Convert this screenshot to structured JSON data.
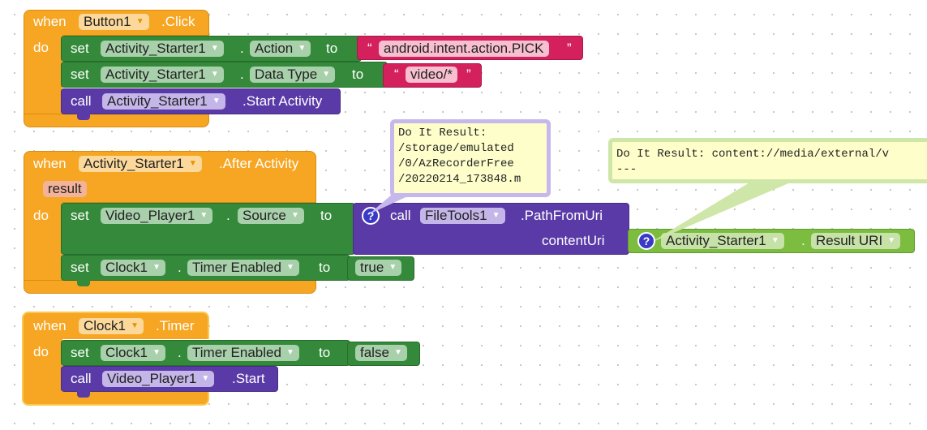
{
  "block1": {
    "when": "when",
    "component": "Button1",
    "event": ".Click",
    "do": "do",
    "stmt1": {
      "set": "set",
      "component": "Activity_Starter1",
      "dot": ".",
      "property": "Action",
      "to": "to",
      "open_quote": "“",
      "value": "android.intent.action.PICK",
      "close_quote": "”"
    },
    "stmt2": {
      "set": "set",
      "component": "Activity_Starter1",
      "dot": ".",
      "property": "Data Type",
      "to": "to",
      "open_quote": "“",
      "value": "video/*",
      "close_quote": "”"
    },
    "stmt3": {
      "call": "call",
      "component": "Activity_Starter1",
      "method": ".Start Activity"
    }
  },
  "block2": {
    "when": "when",
    "component": "Activity_Starter1",
    "event": ".After Activity",
    "param": "result",
    "do": "do",
    "stmt1": {
      "set": "set",
      "component": "Video_Player1",
      "dot": ".",
      "property": "Source",
      "to": "to",
      "call": {
        "qmark": "?",
        "call": "call",
        "component": "FileTools1",
        "method": ".PathFromUri",
        "arg_label": "contentUri"
      },
      "arg": {
        "qmark": "?",
        "component": "Activity_Starter1",
        "dot": ".",
        "property": "Result URI"
      }
    },
    "stmt2": {
      "set": "set",
      "component": "Clock1",
      "dot": ".",
      "property": "Timer Enabled",
      "to": "to",
      "value": "true"
    }
  },
  "block3": {
    "when": "when",
    "component": "Clock1",
    "event": ".Timer",
    "do": "do",
    "stmt1": {
      "set": "set",
      "component": "Clock1",
      "dot": ".",
      "property": "Timer Enabled",
      "to": "to",
      "value": "false"
    },
    "stmt2": {
      "call": "call",
      "component": "Video_Player1",
      "method": ".Start"
    }
  },
  "bubble1": {
    "text": "Do It Result:\n/storage/emulated\n/0/AzRecorderFree\n/20220214_173848.m\n."
  },
  "bubble2": {
    "text": "Do It Result: content://media/external/v\n---"
  },
  "dropdown_arrow": "▼",
  "colors": {
    "event": "#f6a623",
    "setter": "#348a3a",
    "method": "#5a3aa6",
    "text": "#d4205c",
    "getter": "#7cbd40",
    "logic": "#348a3a",
    "comment": "#fefecb"
  }
}
